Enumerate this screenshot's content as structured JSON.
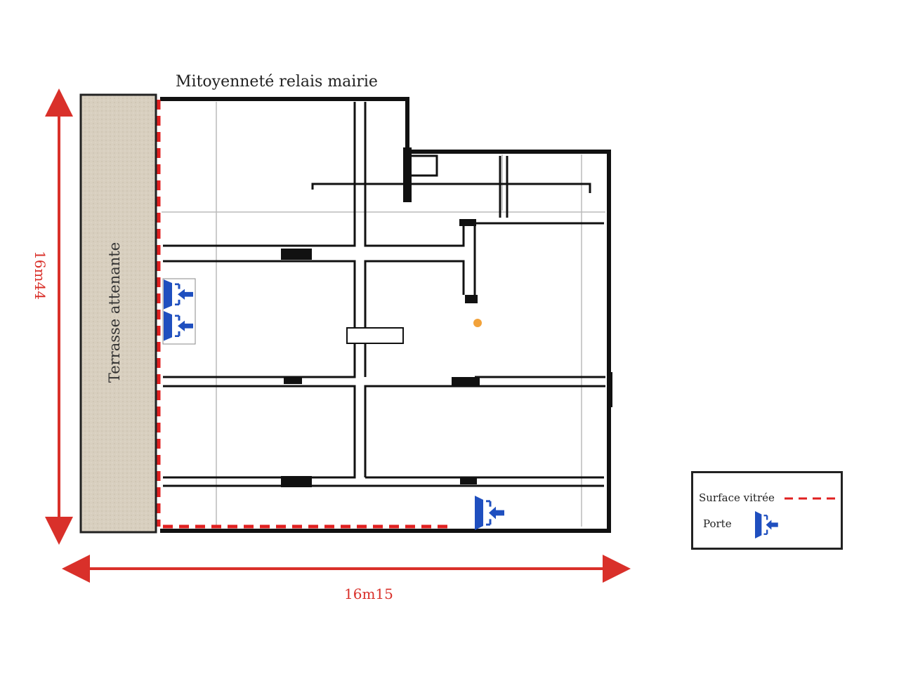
{
  "plan": {
    "title": "Mitoyenneté relais mairie",
    "terrace_label": "Terrasse attenante",
    "height_dimension": "16m44",
    "width_dimension": "16m15"
  },
  "legend": {
    "glazed_surface_label": "Surface vitrée",
    "door_label": "Porte"
  },
  "colors": {
    "dimension": "#d9302a",
    "glazing": "#e02020",
    "door": "#1f4fbf",
    "terrace": "#d8cfbf",
    "marker": "#f2a23a",
    "wall": "#111111"
  }
}
